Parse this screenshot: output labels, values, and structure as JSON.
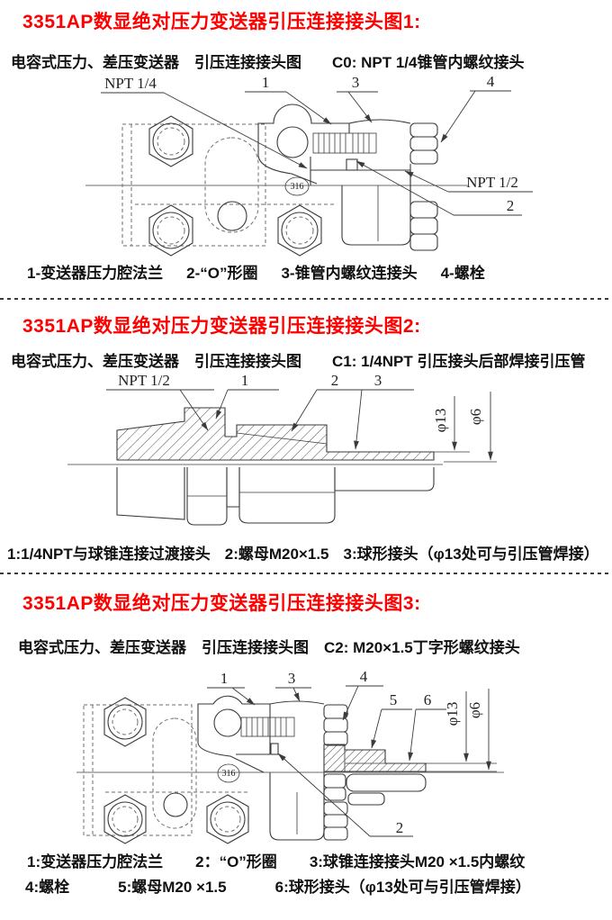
{
  "colors": {
    "title_red": "#ff0000",
    "line": "#3a3a3a",
    "text": "#111111",
    "background": "#ffffff"
  },
  "s1": {
    "title": "3351AP数显绝对压力变送器引压连接接头图1:",
    "subtitle": "电容式压力、差压变送器　引压连接接头图　　C0: NPT 1/4锥管内螺纹接头",
    "labels": {
      "npt14": "NPT 1/4",
      "n1": "1",
      "n3": "3",
      "n4": "4",
      "npt12": "NPT 1/2",
      "n2": "2",
      "steel": "316"
    },
    "caption": [
      "1-变送器压力腔法兰",
      "2-“O”形圈",
      "3-锥管内螺纹连接头",
      "4-螺栓"
    ]
  },
  "s2": {
    "title": "3351AP数显绝对压力变送器引压连接接头图2:",
    "subtitle": "电容式压力、差压变送器　引压连接接头图　　C1: 1/4NPT 引压接头后部焊接引压管",
    "labels": {
      "npt12": "NPT 1/2",
      "n1": "1",
      "n2": "2",
      "n3": "3",
      "d13": "φ13",
      "d6": "φ6"
    },
    "caption": [
      "1:1/4NPT与球锥连接过渡接头",
      "2:螺母M20×1.5",
      "3:球形接头（φ13处可与引压管焊接）"
    ]
  },
  "s3": {
    "title": "3351AP数显绝对压力变送器引压连接接头图3:",
    "subtitle": "电容式压力、差压变送器　引压连接接头图　C2: M20×1.5丁字形螺纹接头",
    "labels": {
      "n1": "1",
      "n3": "3",
      "n4": "4",
      "n5": "5",
      "n6": "6",
      "n2": "2",
      "d13": "φ13",
      "d6": "φ6",
      "steel": "316"
    },
    "caption_row1": [
      "1:变送器压力腔法兰",
      "2：“O”形圈",
      "3:球锥连接接头M20 ×1.5内螺纹"
    ],
    "caption_row2": [
      "4:螺栓",
      "5:螺母M20 ×1.5",
      "6:球形接头（φ13处可与引压管焊接）"
    ]
  }
}
